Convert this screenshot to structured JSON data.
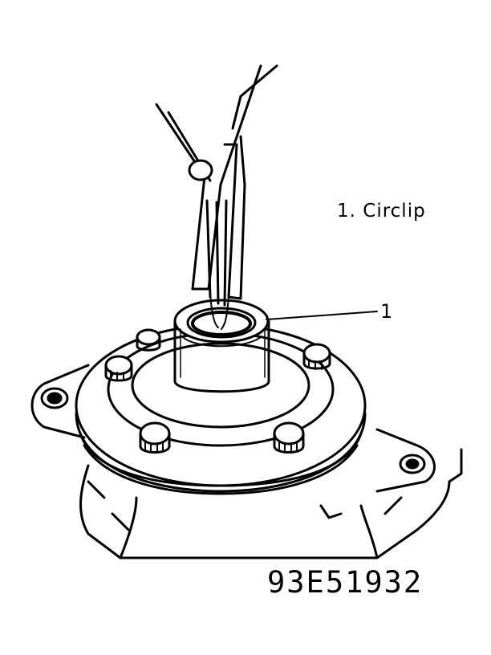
{
  "legend": {
    "number": "1.",
    "label": "Circlip"
  },
  "callouts": {
    "circlip": "1"
  },
  "figure_code": "93E51932",
  "colors": {
    "ink": "#000000",
    "paper": "#ffffff"
  }
}
